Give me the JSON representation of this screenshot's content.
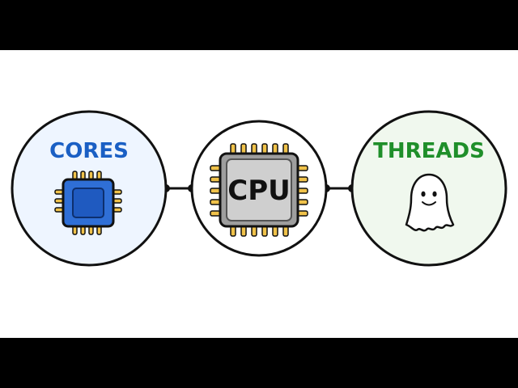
{
  "colors": {
    "cores_accent": "#1a5fc4",
    "cores_fill": "#eef5ff",
    "threads_accent": "#1f8f2a",
    "threads_fill": "#f0f8ee",
    "cpu_fill": "#ffffff",
    "outline": "#111111",
    "chip_blue": "#2f6fd6",
    "chip_gray": "#c9c9c9",
    "pin_gold": "#f0c24a"
  },
  "nodes": {
    "cores": {
      "label": "CORES",
      "icon": "core-chip-icon"
    },
    "cpu": {
      "label": "CPU",
      "icon": "cpu-chip-icon"
    },
    "threads": {
      "label": "THREADS",
      "icon": "ghost-icon"
    }
  }
}
